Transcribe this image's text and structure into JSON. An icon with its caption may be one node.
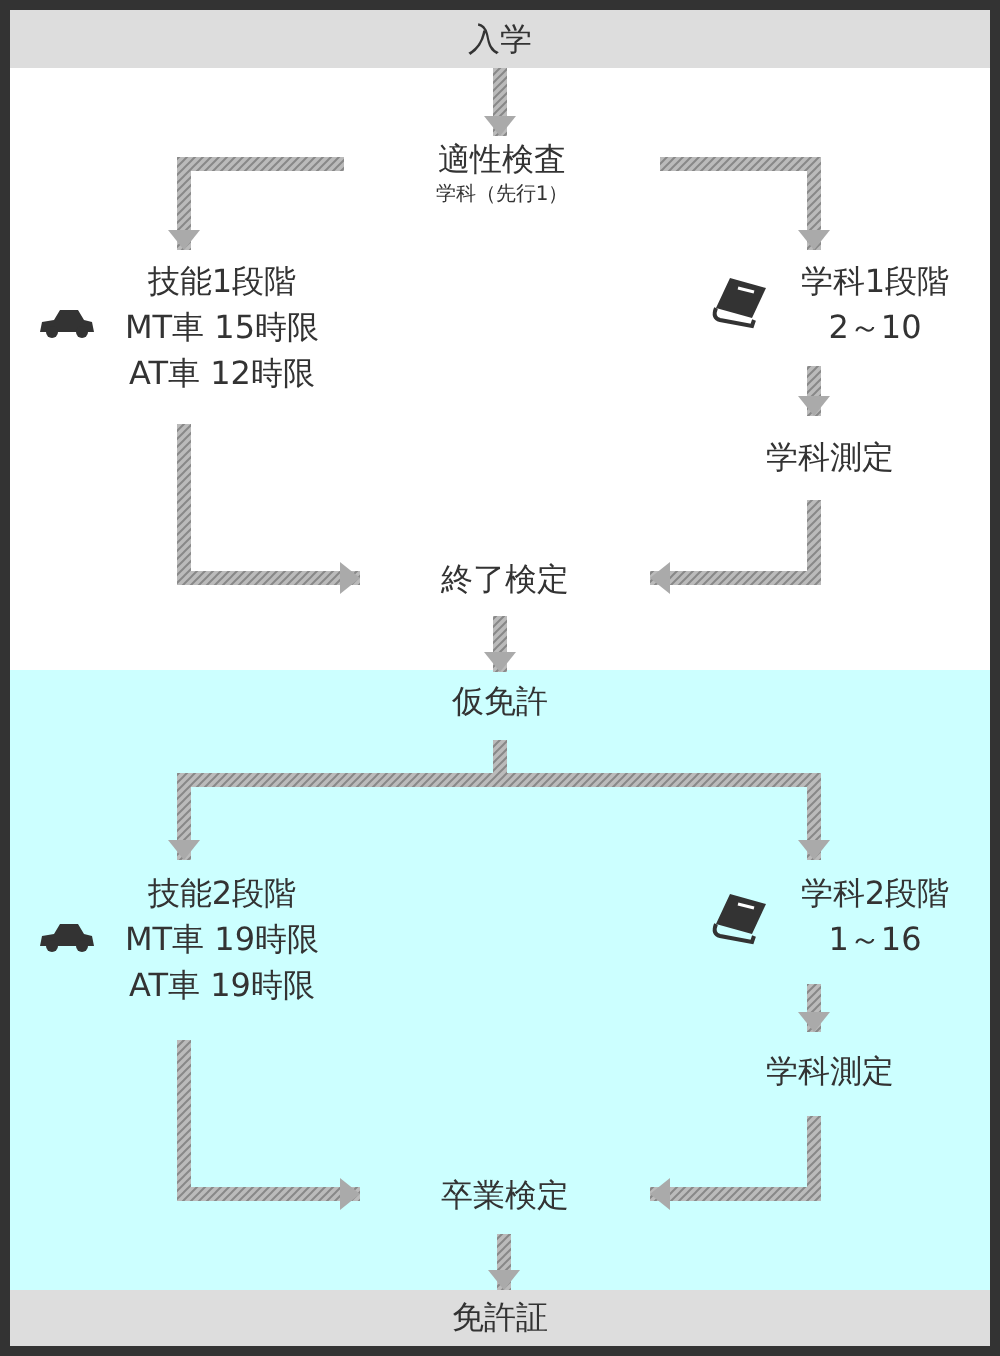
{
  "diagram": {
    "nodes": [
      {
        "text": [
          "入学"
        ]
      },
      {
        "text": [
          "適性検査"
        ],
        "beside": [
          "学科（先行1）"
        ]
      },
      {
        "text": [
          "技能1段階",
          "MT車 15時限",
          "AT車 12時限"
        ]
      },
      {
        "text": [
          "学科1段階",
          "2～10"
        ]
      },
      {
        "text": [
          "学科測定"
        ]
      },
      {
        "text": [
          "終了検定"
        ]
      },
      {
        "text": [
          "仮免許"
        ]
      },
      {
        "text": [
          "技能2段階",
          "MT車 19時限",
          "AT車 19時限"
        ]
      },
      {
        "text": [
          "学科2段階",
          "1～16"
        ]
      },
      {
        "text": [
          "学科測定"
        ]
      },
      {
        "text": [
          "卒業検定"
        ]
      },
      {
        "text": [
          "免許証"
        ]
      }
    ],
    "edges": [
      {
        "from": 0,
        "to": 1,
        "arrow": "to"
      },
      {
        "from": 1,
        "to": 2,
        "arrow": "to"
      },
      {
        "from": 1,
        "to": 3,
        "arrow": "to"
      },
      {
        "from": 3,
        "to": 4,
        "arrow": "to"
      },
      {
        "from": 2,
        "to": 5,
        "arrow": "to"
      },
      {
        "from": 4,
        "to": 5,
        "arrow": "to"
      },
      {
        "from": 5,
        "to": 6,
        "arrow": "to"
      },
      {
        "from": 6,
        "to": 7,
        "arrow": "to"
      },
      {
        "from": 6,
        "to": 8,
        "arrow": "to"
      },
      {
        "from": 8,
        "to": 9,
        "arrow": "to"
      },
      {
        "from": 7,
        "to": 10,
        "arrow": "to"
      },
      {
        "from": 9,
        "to": 10,
        "arrow": "to"
      },
      {
        "from": 10,
        "to": 11,
        "arrow": "to"
      }
    ]
  }
}
